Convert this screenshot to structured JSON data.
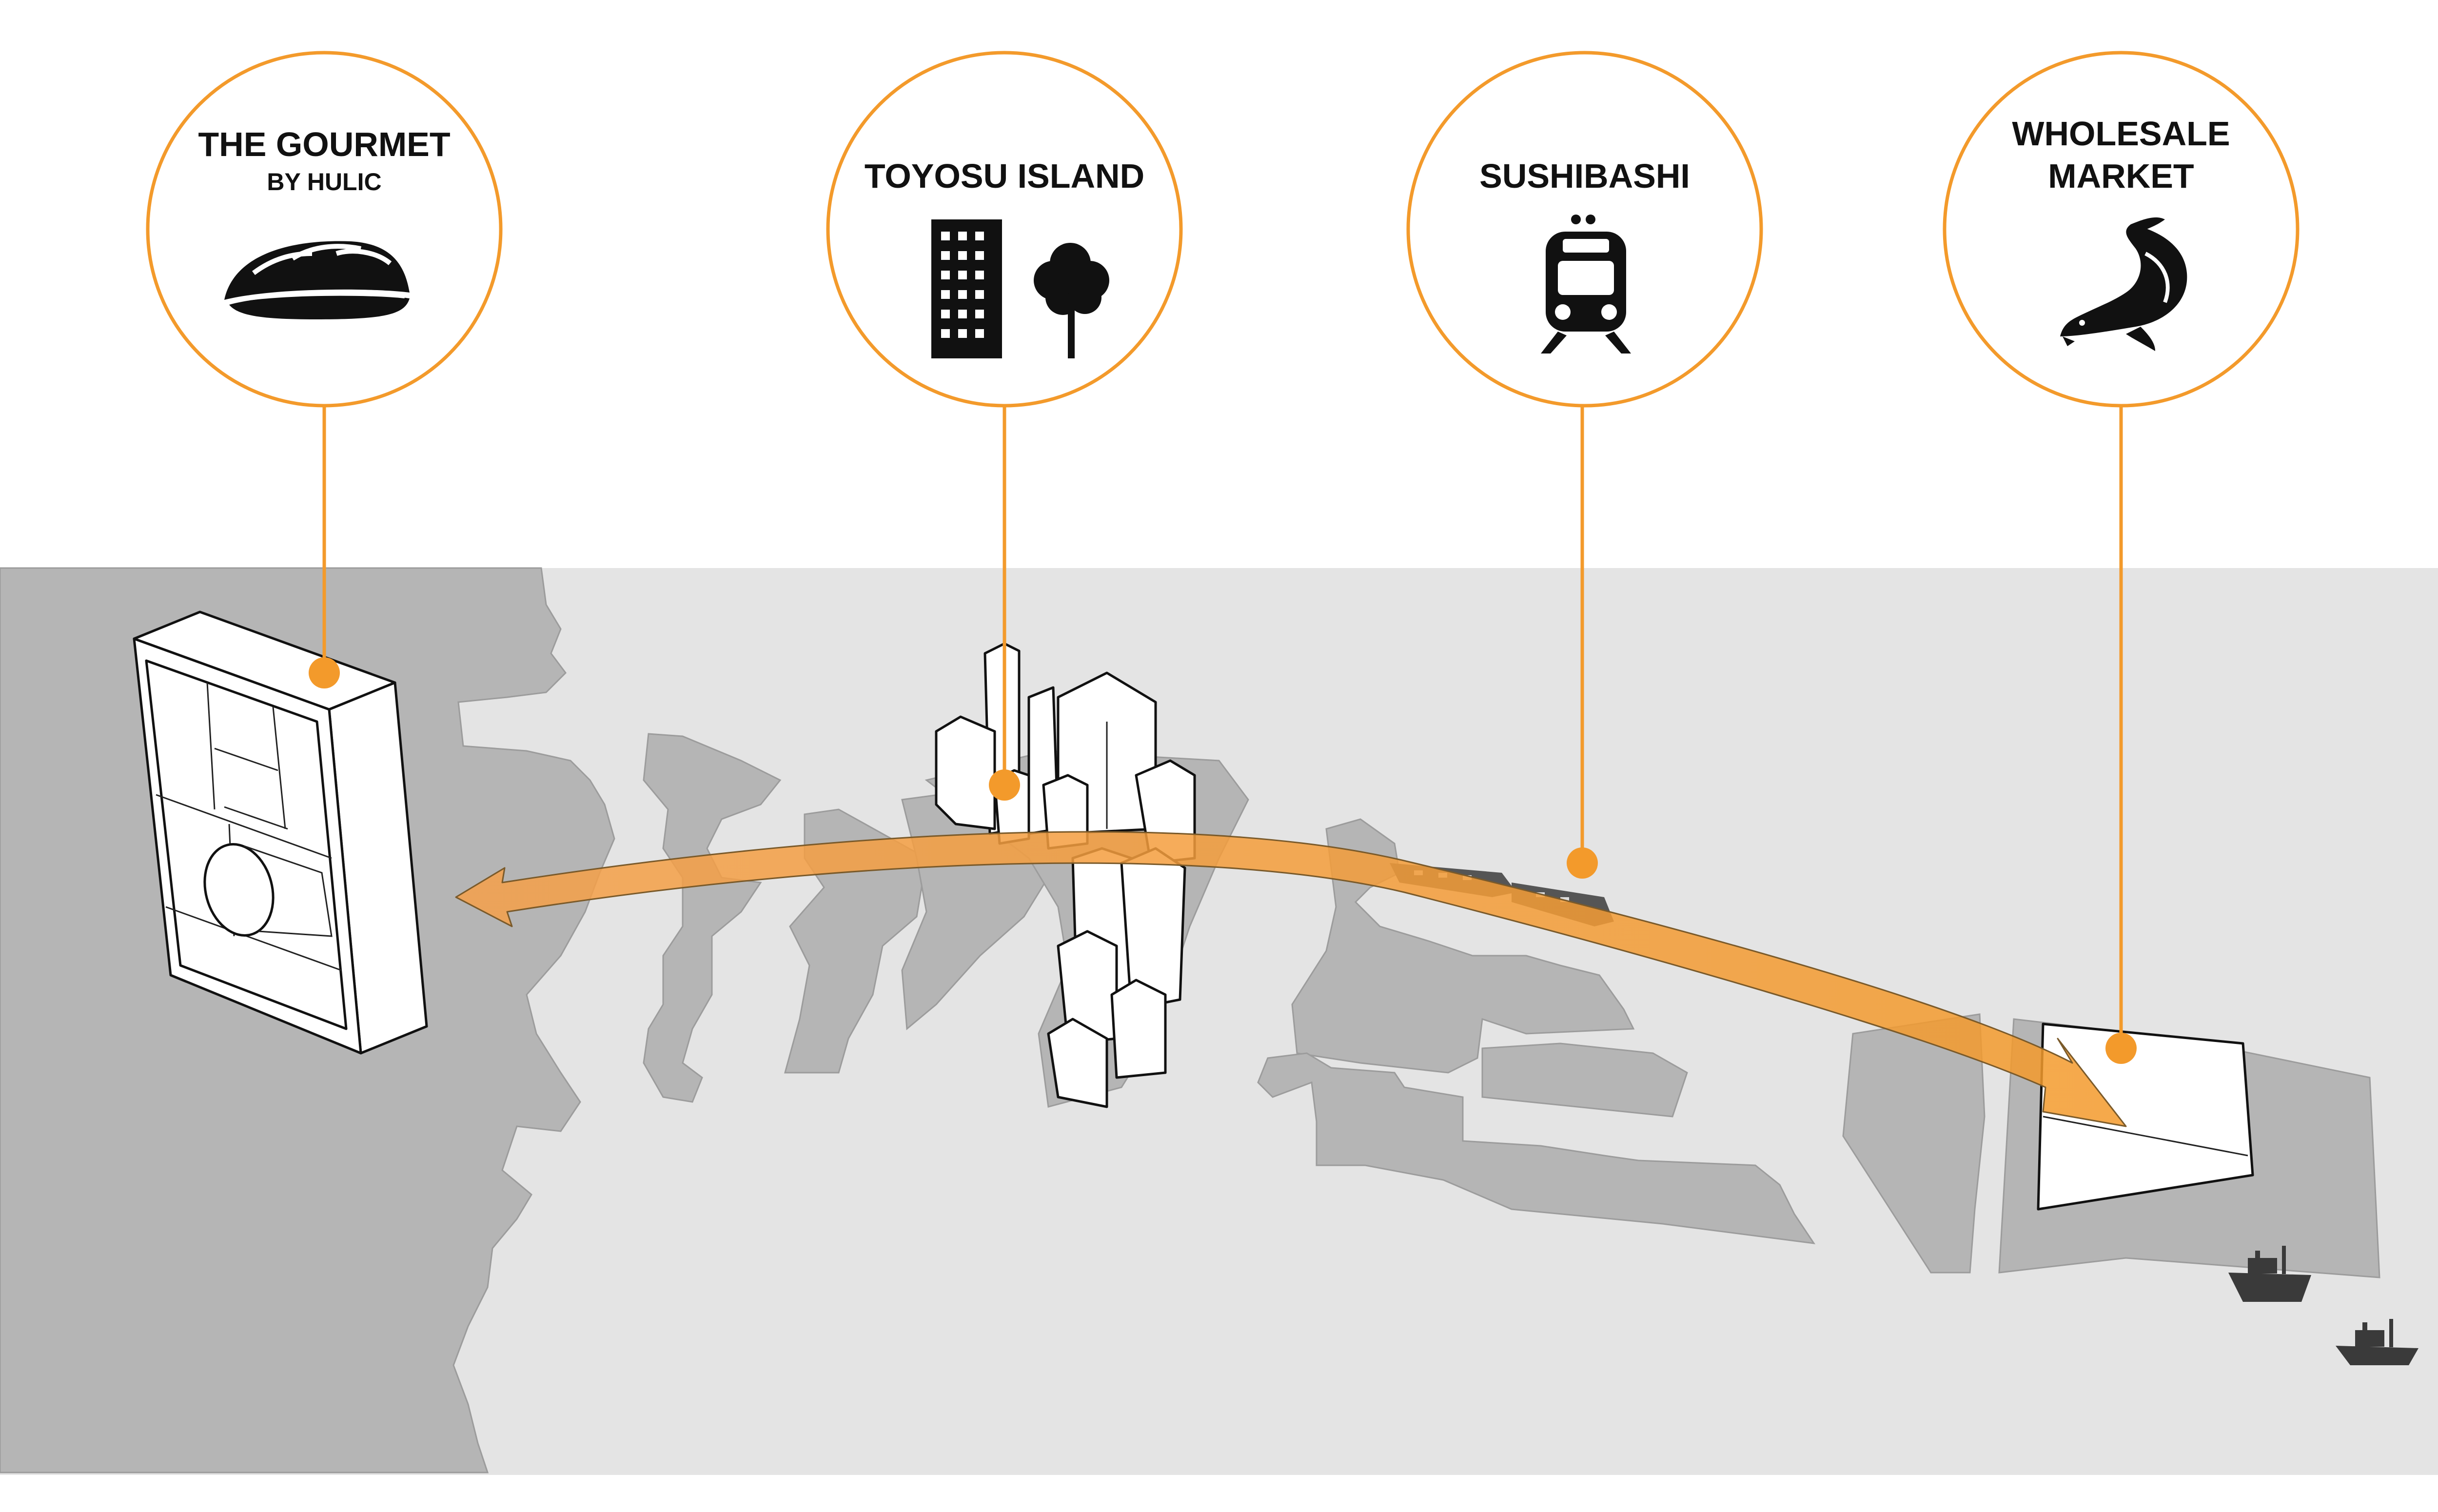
{
  "callouts": [
    {
      "id": "gourmet",
      "title": "THE GOURMET",
      "subtitle": "BY HULIC",
      "icon": "sushi-icon"
    },
    {
      "id": "toyosu",
      "title": "TOYOSU ISLAND",
      "subtitle": "",
      "icon": "building-and-tree-icon"
    },
    {
      "id": "sushibashi",
      "title": "SUSHIBASHI",
      "subtitle": "",
      "icon": "train-icon"
    },
    {
      "id": "market",
      "title": "WHOLESALE",
      "title2": "MARKET",
      "icon": "fish-icon"
    }
  ],
  "colors": {
    "accent": "#F39A2B",
    "water": "#e4e4e4",
    "land": "#b5b5b5",
    "ink": "#111111"
  }
}
